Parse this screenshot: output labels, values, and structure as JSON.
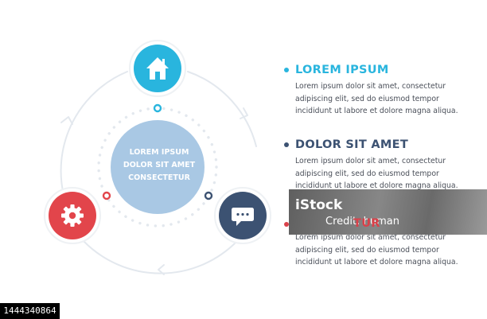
{
  "colors": {
    "cyan": "#29b5de",
    "navy": "#3c5272",
    "red": "#e2454b",
    "center_fill": "#a9c8e4",
    "ring": "#e3e8ee",
    "body_text": "#4a4f59"
  },
  "nodes": [
    {
      "name": "top",
      "icon": "home-icon",
      "color": "#29b5de"
    },
    {
      "name": "bottom-right",
      "icon": "chat-bubble-icon",
      "color": "#3c5272"
    },
    {
      "name": "bottom-left",
      "icon": "gear-icon",
      "color": "#e2454b"
    }
  ],
  "center": {
    "line1": "LOREM IPSUM",
    "line2": "DOLOR SIT AMET",
    "line3": "CONSECTETUR"
  },
  "items": [
    {
      "title": "LOREM IPSUM",
      "color": "#29b5de",
      "line1": "Lorem ipsum dolor sit amet, consectetur",
      "line2": "adipiscing elit, sed do eiusmod tempor",
      "line3": "incididunt ut labore et dolore magna aliqua."
    },
    {
      "title": "DOLOR SIT AMET",
      "color": "#3c5272",
      "line1": "Lorem ipsum dolor sit amet, consectetur",
      "line2": "adipiscing elit, sed do eiusmod tempor",
      "line3": "incididunt ut labore et dolore magna aliqua."
    },
    {
      "title_visible": "TUR",
      "color": "#d9414a",
      "line1": "Lorem ipsum dolor sit amet, consectetur",
      "line2": "adipiscing elit, sed do eiusmod tempor",
      "line3": "incididunt ut labore et dolore magna aliqua."
    }
  ],
  "watermark": {
    "brand": "iStock",
    "owner": "Credit: human"
  },
  "stock_id": "1444340864"
}
